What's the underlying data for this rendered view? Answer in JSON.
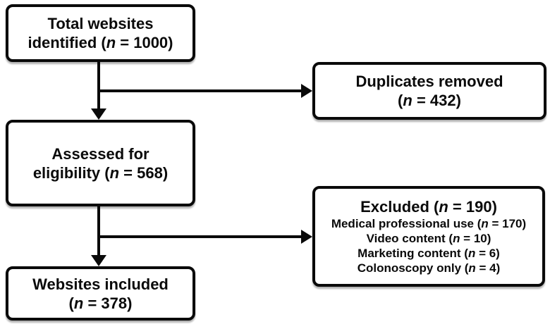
{
  "flowchart": {
    "boxes": {
      "total": {
        "line1": {
          "pre": "Total websites"
        },
        "line2": {
          "pre": "identified (",
          "n": "n",
          "post": " = 1000)"
        }
      },
      "duplicates": {
        "line1": {
          "pre": "Duplicates removed"
        },
        "line2": {
          "pre": "(",
          "n": "n",
          "post": " = 432)"
        }
      },
      "assessed": {
        "line1": {
          "pre": "Assessed for"
        },
        "line2": {
          "pre": "eligibility (",
          "n": "n",
          "post": " = 568)"
        }
      },
      "excluded": {
        "heading": {
          "pre": "Excluded (",
          "n": "n",
          "post": " = 190)"
        },
        "items": [
          {
            "pre": "Medical professional use (",
            "n": "n",
            "post": " = 170)"
          },
          {
            "pre": "Video content (",
            "n": "n",
            "post": " = 10)"
          },
          {
            "pre": "Marketing content (",
            "n": "n",
            "post": " = 6)"
          },
          {
            "pre": "Colonoscopy only (",
            "n": "n",
            "post": " = 4)"
          }
        ]
      },
      "included": {
        "line1": {
          "pre": "Websites included"
        },
        "line2": {
          "pre": "(",
          "n": "n",
          "post": " = 378)"
        }
      }
    },
    "colors": {
      "border": "#0a0a0a",
      "background": "#ffffff",
      "text": "#0a0a0a"
    }
  }
}
